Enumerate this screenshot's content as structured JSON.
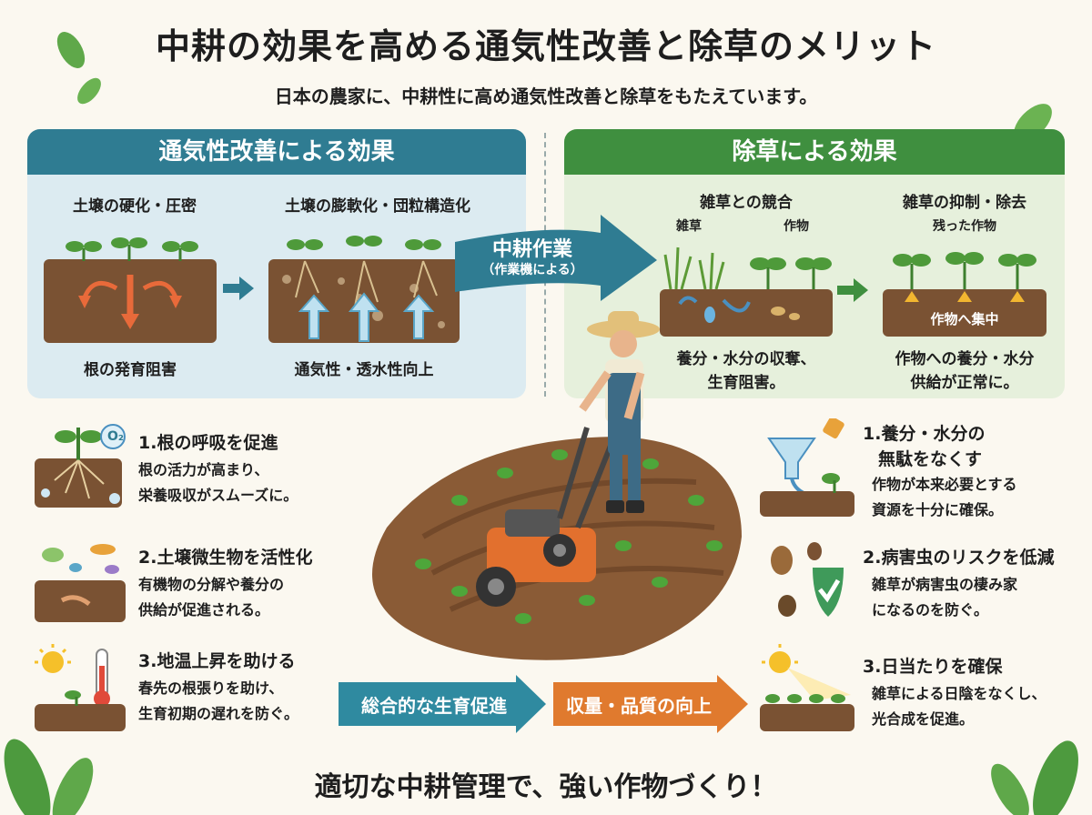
{
  "header": {
    "title": "中耕の効果を高める通気性改善と除草のメリット",
    "subtitle": "日本の農家に、中耕性に高め通気性改善と除草をもたえています。"
  },
  "aeration_panel": {
    "heading": "通気性改善による効果",
    "before_label": "土壌の硬化・圧密",
    "before_caption": "根の発育阻害",
    "after_label": "土壌の膨軟化・団粒構造化",
    "after_caption": "通気性・透水性向上"
  },
  "weeding_panel": {
    "heading": "除草による効果",
    "before_label": "雑草との競合",
    "weed_tag": "雑草",
    "crop_tag": "作物",
    "before_caption_1": "養分・水分の収奪、",
    "before_caption_2": "生育阻害。",
    "after_label": "雑草の抑制・除去",
    "after_tag": "残った作物",
    "after_overlay": "作物へ集中",
    "after_caption_1": "作物への養分・水分",
    "after_caption_2": "供給が正常に。"
  },
  "center": {
    "work_label": "中耕作業",
    "work_sub": "（作業機による）"
  },
  "left_items": [
    {
      "title": "1.根の呼吸を促進",
      "line1": "根の活力が高まり、",
      "line2": "栄養吸収がスムーズに。"
    },
    {
      "title": "2.土壌微生物を活性化",
      "line1": "有機物の分解や養分の",
      "line2": "供給が促進される。"
    },
    {
      "title": "3.地温上昇を助ける",
      "line1": "春先の根張りを助け、",
      "line2": "生育初期の遅れを防ぐ。"
    }
  ],
  "right_items": [
    {
      "title": "1.養分・水分の",
      "title2": "無駄をなくす",
      "line1": "作物が本来必要とする",
      "line2": "資源を十分に確保。"
    },
    {
      "title": "2.病害虫のリスクを低減",
      "line1": "雑草が病害虫の棲み家",
      "line2": "になるのを防ぐ。"
    },
    {
      "title": "3.日当たりを確保",
      "line1": "雑草による日陰をなくし、",
      "line2": "光合成を促進。"
    }
  ],
  "o2_label": "O₂",
  "flow": {
    "growth": "総合的な生育促進",
    "yield": "収量・品質の向上"
  },
  "footer": "適切な中耕管理で、強い作物づくり！",
  "colors": {
    "aeration_accent": "#2f7c92",
    "weeding_accent": "#3f8f3f",
    "yield_accent": "#e07a2e",
    "soil": "#6b4a2f"
  }
}
